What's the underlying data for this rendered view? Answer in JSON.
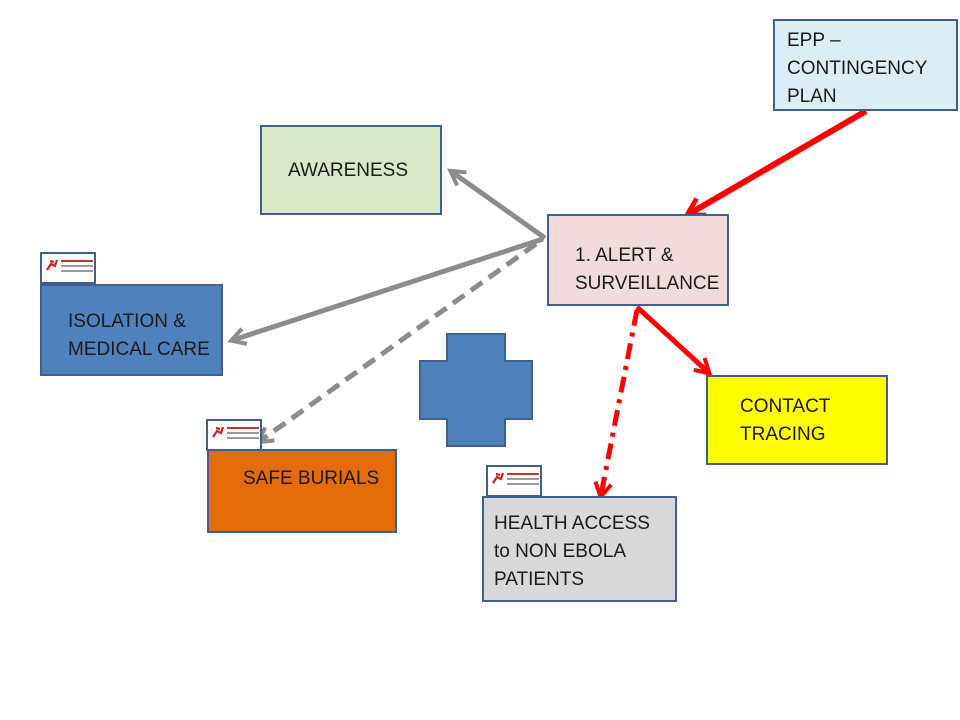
{
  "nodes": {
    "epp": "EPP –\nCONTINGENCY\nPLAN",
    "awareness": "AWARENESS",
    "alert": "1. ALERT &\nSURVEILLANCE",
    "isolation": "ISOLATION &\nMEDICAL CARE",
    "contact": "CONTACT\nTRACING",
    "burials": "SAFE BURIALS",
    "health": "HEALTH ACCESS\nto NON EBOLA\nPATIENTS"
  },
  "colors": {
    "red_arrow": "#ff0000",
    "grey_arrow": "#8c8c8c",
    "cross": "#4f81bd",
    "box_border": "#3f5f8f"
  },
  "icons": {
    "cross": "medical-cross-icon",
    "logo": "msf-logo"
  }
}
